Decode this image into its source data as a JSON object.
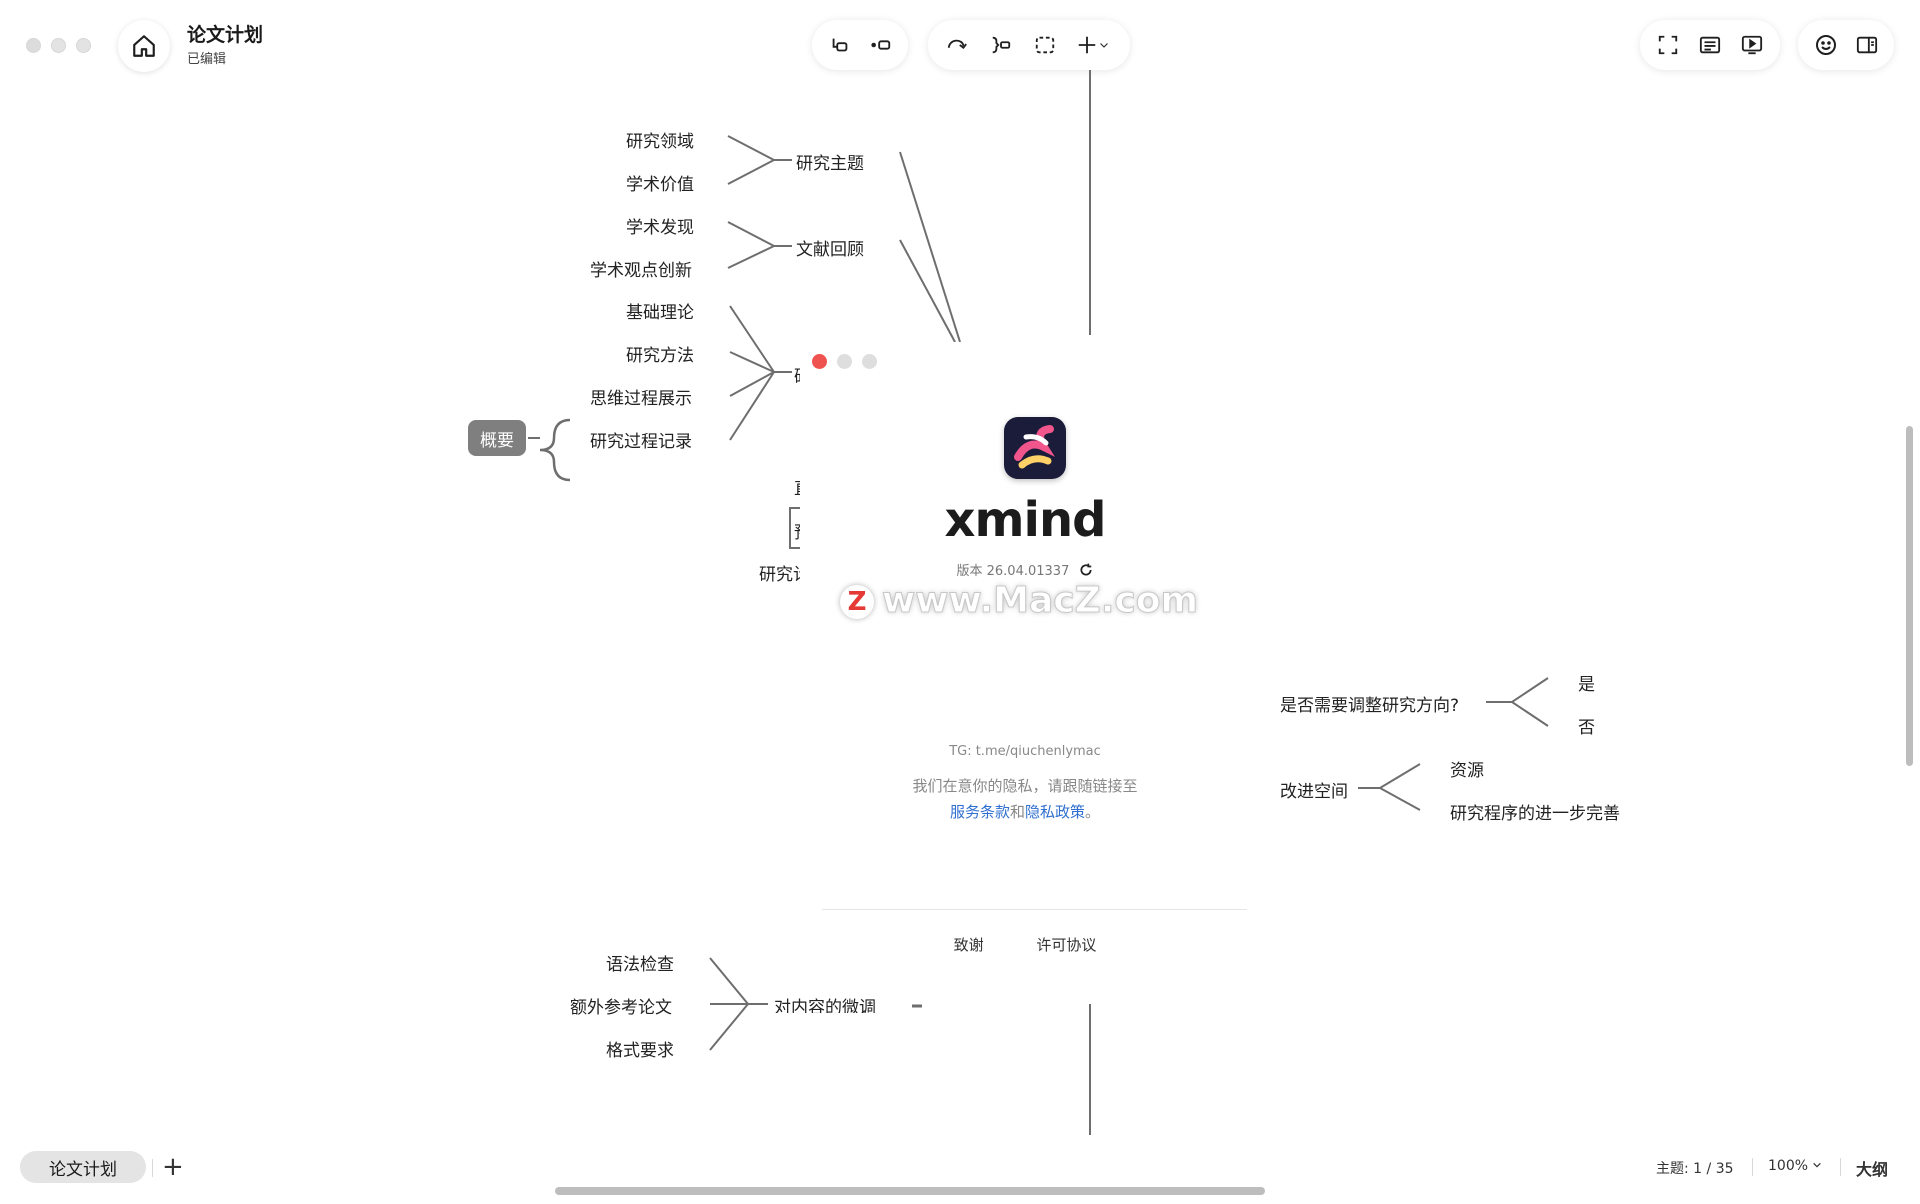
{
  "window": {
    "title": "论文计划",
    "status": "已编辑"
  },
  "toolbar": {
    "left_group": [
      "insert-subtopic-icon",
      "insert-topic-icon"
    ],
    "middle_group": [
      "relationship-icon",
      "summary-icon",
      "boundary-icon",
      "add-icon"
    ],
    "right_group": [
      "fullscreen-icon",
      "outline-view-icon",
      "presentation-icon"
    ],
    "far_right_group": [
      "emoji-icon",
      "panel-icon"
    ]
  },
  "mindmap": {
    "topic1": {
      "label": "研究主题",
      "children": [
        "研究领域",
        "学术价值"
      ]
    },
    "topic2": {
      "label": "文献回顾",
      "children": [
        "学术发现",
        "学术观点创新"
      ]
    },
    "topic3": {
      "label_partial": "研",
      "children": [
        "基础理论",
        "研究方法",
        "思维过程展示",
        "研究过程记录"
      ]
    },
    "summary_badge": "概要",
    "partial_texts": [
      "直",
      "预",
      "研究计"
    ],
    "right_topic1": {
      "label": "是否需要调整研究方向?",
      "children": [
        "是",
        "否"
      ]
    },
    "right_topic2": {
      "label": "改进空间",
      "children": [
        "资源",
        "研究程序的进一步完善"
      ]
    },
    "bottom_topic": {
      "label": "对内容的微调",
      "children": [
        "语法检查",
        "额外参考论文",
        "格式要求"
      ]
    }
  },
  "about": {
    "brand": "xmind",
    "version": "版本 26.04.01337",
    "watermark": "www.MacZ.com",
    "watermark_badge": "Z",
    "tg": "TG: t.me/qiuchenlymac",
    "privacy_text": "我们在意你的隐私，请跟随链接至",
    "terms_link": "服务条款",
    "and": "和",
    "privacy_link": "隐私政策",
    "period": "。",
    "link_ack": "致谢",
    "link_license": "许可协议"
  },
  "footer": {
    "sheet_tab": "论文计划",
    "add_sheet": "+",
    "topic_count": "主题: 1 / 35",
    "zoom": "100%",
    "outline": "大纲"
  },
  "colors": {
    "line": "#6e6e6e",
    "link": "#2f6fcf",
    "close": "#ef5350",
    "badge": "#7f7f7f"
  }
}
